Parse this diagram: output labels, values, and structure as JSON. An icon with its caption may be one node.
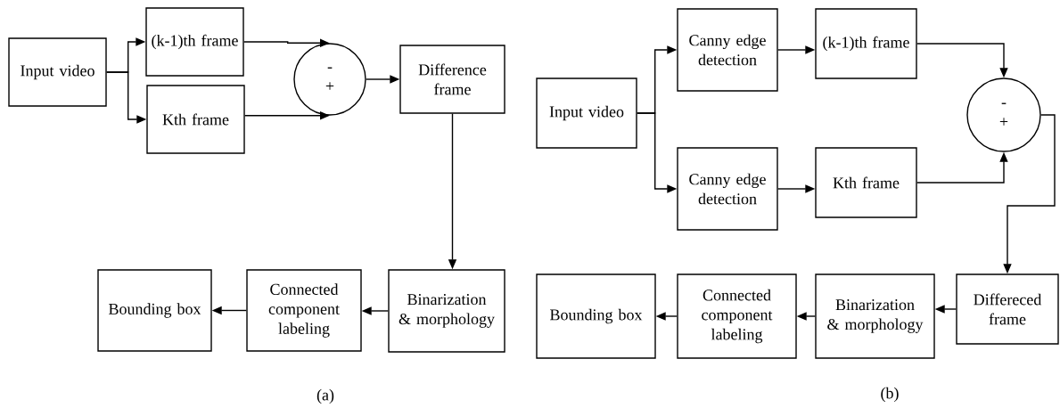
{
  "diagram": {
    "nodes": [
      {
        "text": [
          "Input video"
        ]
      },
      {
        "text": [
          "(k-1)th frame"
        ]
      },
      {
        "text": [
          "Kth frame"
        ]
      },
      {
        "text": [
          "-",
          "+"
        ]
      },
      {
        "text": [
          "Difference frame"
        ]
      },
      {
        "text": [
          "Bounding box"
        ]
      },
      {
        "text": [
          "Connected component labeling"
        ]
      },
      {
        "text": [
          "Binarization & morphology"
        ]
      },
      {
        "text": [
          "Input video"
        ]
      },
      {
        "text": [
          "Canny edge detection"
        ]
      },
      {
        "text": [
          "(k-1)th frame"
        ]
      },
      {
        "text": [
          "Canny edge detection"
        ]
      },
      {
        "text": [
          "Kth frame"
        ]
      },
      {
        "text": [
          "-",
          "+"
        ]
      },
      {
        "text": [
          "Differeced frame"
        ]
      },
      {
        "text": [
          "Bounding box"
        ]
      },
      {
        "text": [
          "Connected component labeling"
        ]
      },
      {
        "text": [
          "Binarization & morphology"
        ]
      }
    ],
    "edges": [
      {
        "from": 0,
        "to": 1,
        "arrow": "to"
      },
      {
        "from": 0,
        "to": 2,
        "arrow": "to"
      },
      {
        "from": 1,
        "to": 3,
        "arrow": "to"
      },
      {
        "from": 2,
        "to": 3,
        "arrow": "to"
      },
      {
        "from": 3,
        "to": 4,
        "arrow": "to"
      },
      {
        "from": 4,
        "to": 7,
        "arrow": "to"
      },
      {
        "from": 7,
        "to": 6,
        "arrow": "to"
      },
      {
        "from": 6,
        "to": 5,
        "arrow": "to"
      },
      {
        "from": 8,
        "to": 9,
        "arrow": "to"
      },
      {
        "from": 8,
        "to": 11,
        "arrow": "to"
      },
      {
        "from": 9,
        "to": 10,
        "arrow": "to"
      },
      {
        "from": 11,
        "to": 12,
        "arrow": "to"
      },
      {
        "from": 10,
        "to": 13,
        "arrow": "to"
      },
      {
        "from": 12,
        "to": 13,
        "arrow": "to"
      },
      {
        "from": 13,
        "to": 14,
        "arrow": "to"
      },
      {
        "from": 14,
        "to": 17,
        "arrow": "to"
      },
      {
        "from": 17,
        "to": 16,
        "arrow": "to"
      },
      {
        "from": 16,
        "to": 15,
        "arrow": "to"
      }
    ],
    "labels": [
      "(a)",
      "(b)"
    ]
  }
}
